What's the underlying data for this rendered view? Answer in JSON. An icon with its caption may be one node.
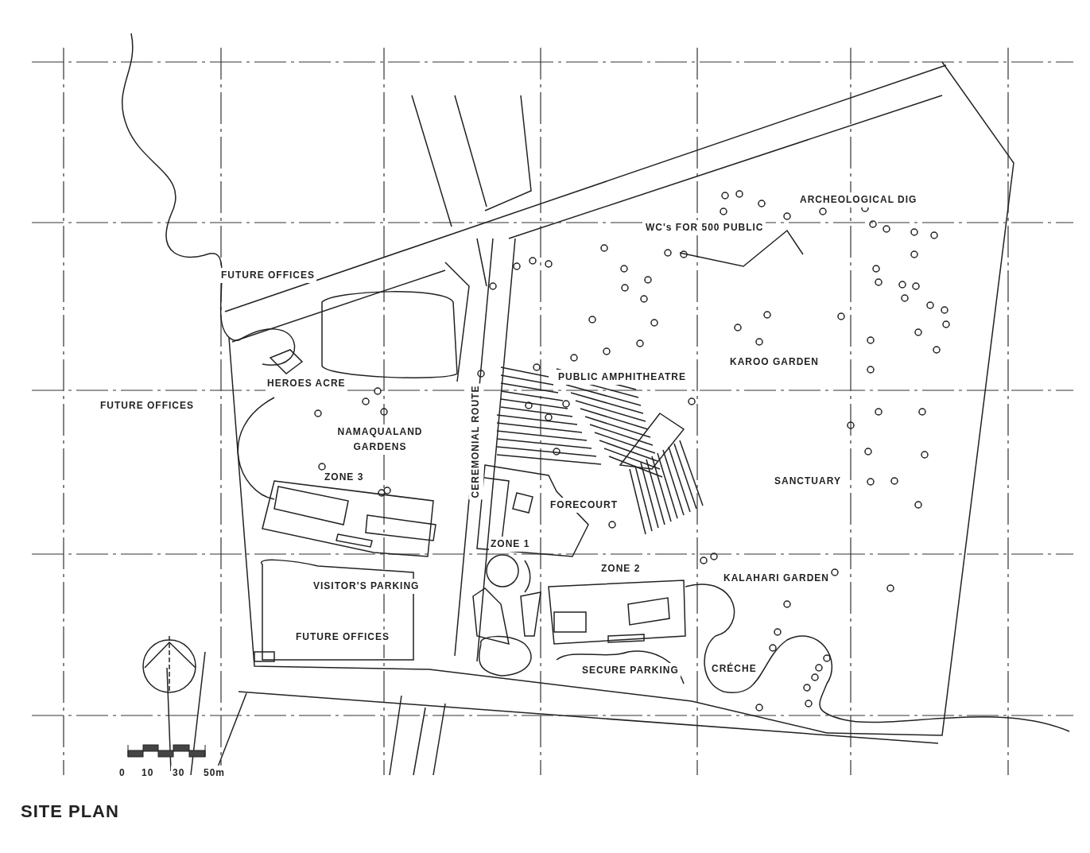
{
  "diagram": {
    "title": "SITE PLAN",
    "labels": [
      "ARCHEOLOGICAL DIG",
      "WC's FOR 500 PUBLIC",
      "FUTURE OFFICES",
      "KAROO GARDEN",
      "HEROES ACRE",
      "PUBLIC AMPHITHEATRE",
      "FUTURE OFFICES",
      "NAMAQUALAND GARDENS",
      "CEREMONIAL ROUTE",
      "ZONE 3",
      "SANCTUARY",
      "FORECOURT",
      "ZONE 1",
      "ZONE 2",
      "KALAHARI GARDEN",
      "VISITOR'S PARKING",
      "FUTURE OFFICES",
      "SECURE PARKING",
      "CRÉCHE",
      "0",
      "10",
      "30",
      "50m"
    ]
  }
}
